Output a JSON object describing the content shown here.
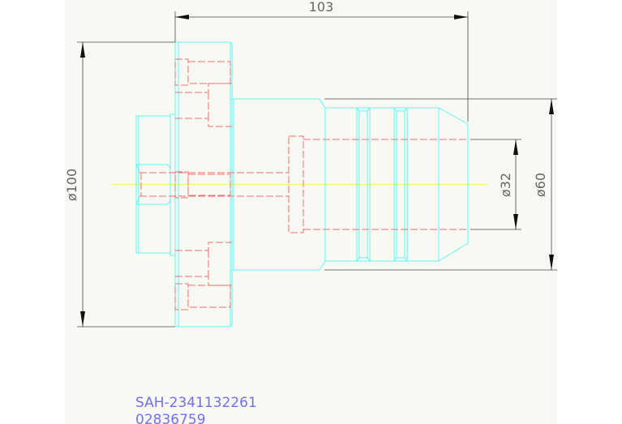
{
  "drawing": {
    "dimensions": {
      "length": "103",
      "flange_diameter": "ø100",
      "body_diameter": "ø60",
      "bore_diameter": "ø32"
    },
    "part_number": "SAH-2341132261",
    "code": "02836759",
    "colors": {
      "outline": "#5ff3f3",
      "hidden": "#f07070",
      "centerline": "#f4f47a",
      "label": "#7070ee"
    }
  }
}
